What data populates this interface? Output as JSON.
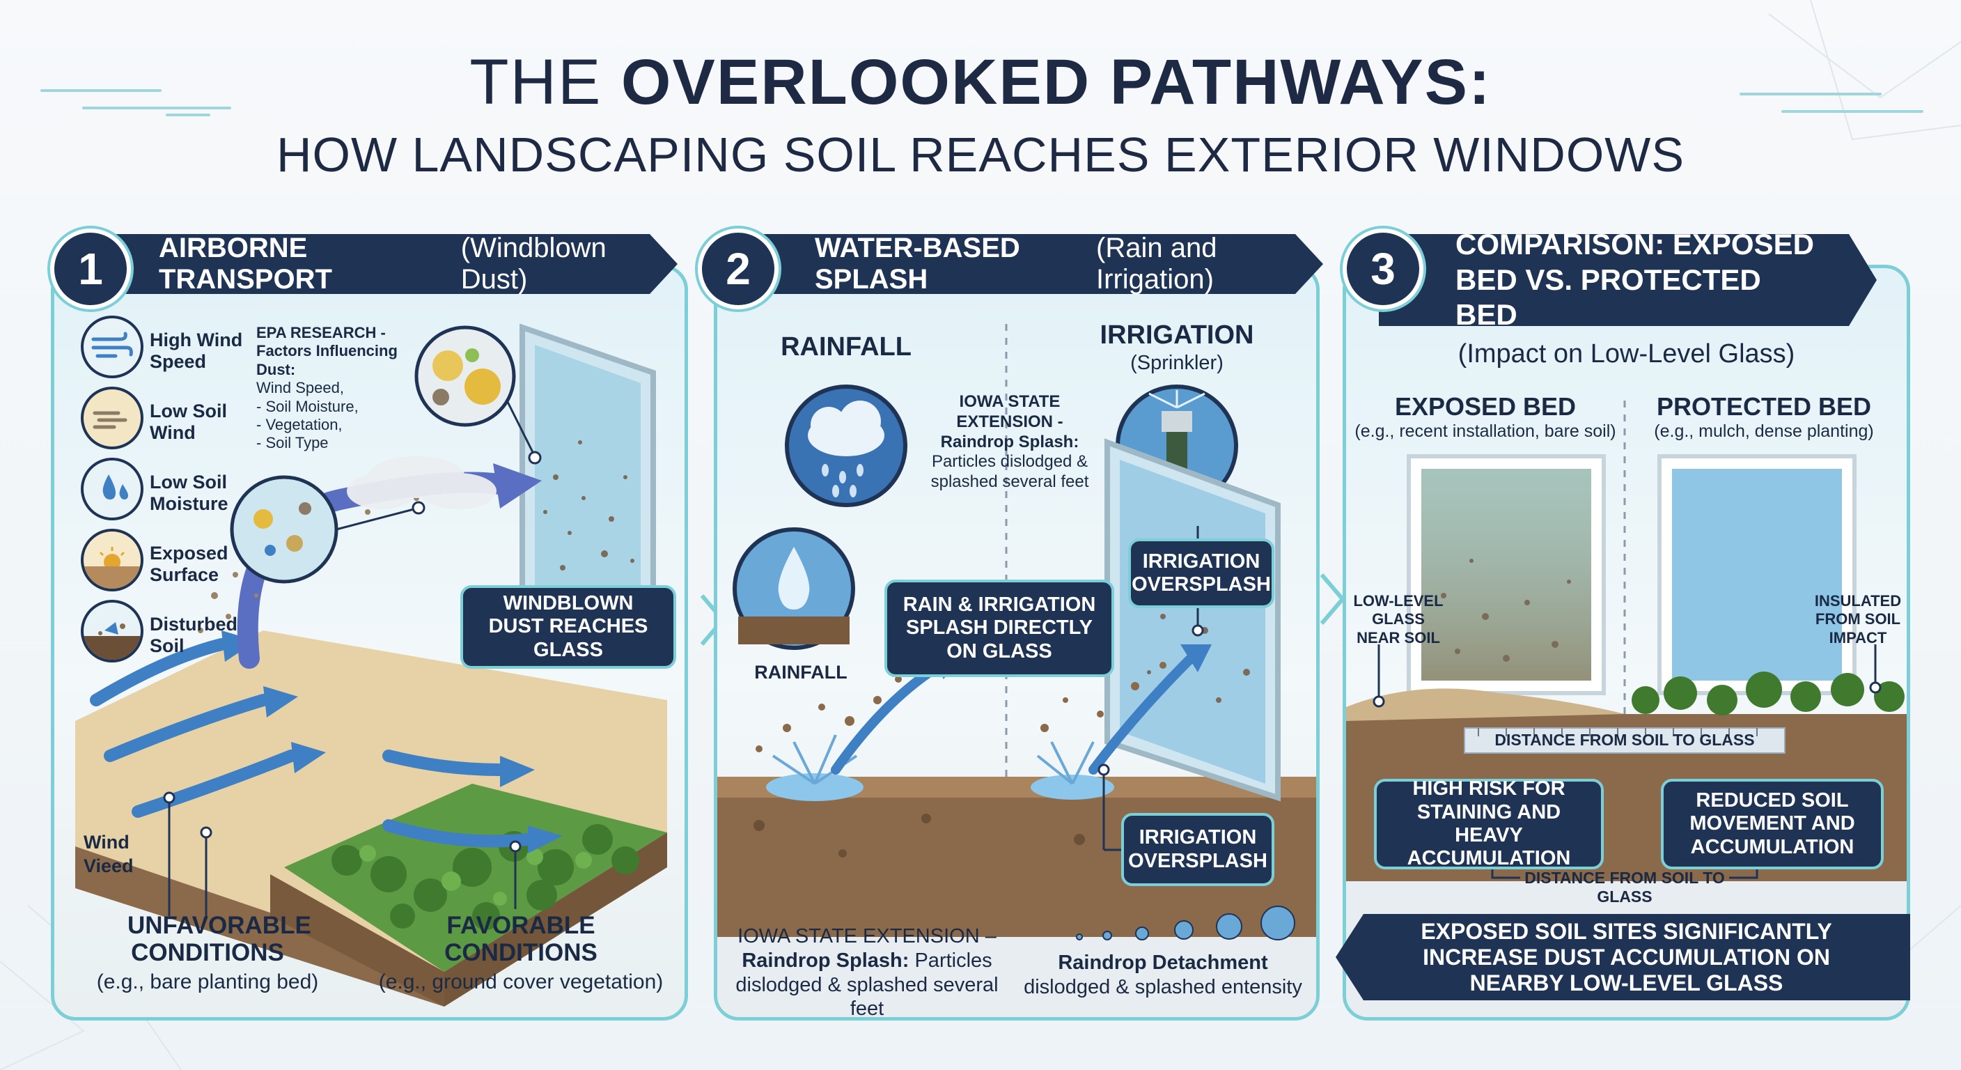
{
  "header": {
    "title_light": "THE",
    "title_bold": "OVERLOOKED PATHWAYS:",
    "subtitle": "HOW LANDSCAPING SOIL REACHES EXTERIOR WINDOWS"
  },
  "panel1": {
    "number": "1",
    "title_bold": "AIRBORNE TRANSPORT",
    "title_light": "(Windblown Dust)",
    "factors": [
      {
        "label": "High Wind Speed",
        "icon": "wind-icon"
      },
      {
        "label": "Low Soil Wind",
        "icon": "breeze-icon"
      },
      {
        "label": "Low Soil Moisture",
        "icon": "droplet-icon"
      },
      {
        "label": "Exposed Surface",
        "icon": "sun-surface-icon"
      },
      {
        "label": "Disturbed Soil",
        "icon": "disturbed-soil-icon"
      }
    ],
    "epa_title": "EPA RESEARCH - Factors Influencing Dust:",
    "epa_items": "Wind Speed,",
    "epa_list": [
      "- Soil Moisture,",
      "- Vegetation,",
      "- Soil Type"
    ],
    "callout": "WINDBLOWN DUST REACHES GLASS",
    "wind_label": "Wind Vieed",
    "unfavorable_title": "UNFAVORABLE CONDITIONS",
    "unfavorable_sub": "(e.g., bare planting bed)",
    "favorable_title": "FAVORABLE CONDITIONS",
    "favorable_sub": "(e.g., ground cover vegetation)"
  },
  "panel2": {
    "number": "2",
    "title_bold": "WATER-BASED SPLASH",
    "title_light": "(Rain and Irrigation)",
    "rainfall_heading": "RAINFALL",
    "rainfall_label": "RAINFALL",
    "irrigation_heading": "IRRIGATION",
    "irrigation_sub": "(Sprinkler)",
    "iowa_top_title": "IOWA STATE EXTENSION - Raindrop Splash:",
    "iowa_top_body": "Particles dislodged & splashed several feet",
    "callout_center": "RAIN & IRRIGATION SPLASH DIRECTLY ON GLASS",
    "oversplash_top": "IRRIGATION OVERSPLASH",
    "oversplash_bottom": "IRRIGATION OVERSPLASH",
    "iowa_bottom_title": "IOWA STATE EXTENSION –",
    "iowa_bottom_bold": "Raindrop Splash:",
    "iowa_bottom_rest": "Particles",
    "iowa_bottom_line2": "dislodged & splashed several feet",
    "detachment_title": "Raindrop Detachment",
    "detachment_body": "dislodged & splashed entensity"
  },
  "panel3": {
    "number": "3",
    "title": "COMPARISON: EXPOSED BED VS. PROTECTED BED",
    "subtitle": "(Impact on Low-Level Glass)",
    "exposed_title": "EXPOSED BED",
    "exposed_sub": "(e.g., recent installation, bare soil)",
    "protected_title": "PROTECTED BED",
    "protected_sub": "(e.g., mulch, dense planting)",
    "low_level_label": "LOW-LEVEL GLASS NEAR SOIL",
    "insulated_label": "INSULATED FROM SOIL IMPACT",
    "distance_top": "DISTANCE FROM SOIL TO GLASS",
    "high_risk": "HIGH RISK FOR STAINING AND HEAVY ACCUMULATION",
    "reduced": "REDUCED SOIL MOVEMENT AND ACCUMULATION",
    "distance_bottom": "DISTANCE FROM SOIL TO GLASS",
    "conclusion": "EXPOSED SOIL SITES SIGNIFICANTLY INCREASE DUST ACCUMULATION ON NEARBY LOW-LEVEL GLASS"
  },
  "colors": {
    "navy": "#1f3355",
    "teal_border": "#7ccfd6",
    "arrow_blue": "#3f7fc4",
    "soil": "#8a6a4a",
    "sand": "#e5cfa4",
    "plant": "#4e8a3a"
  }
}
